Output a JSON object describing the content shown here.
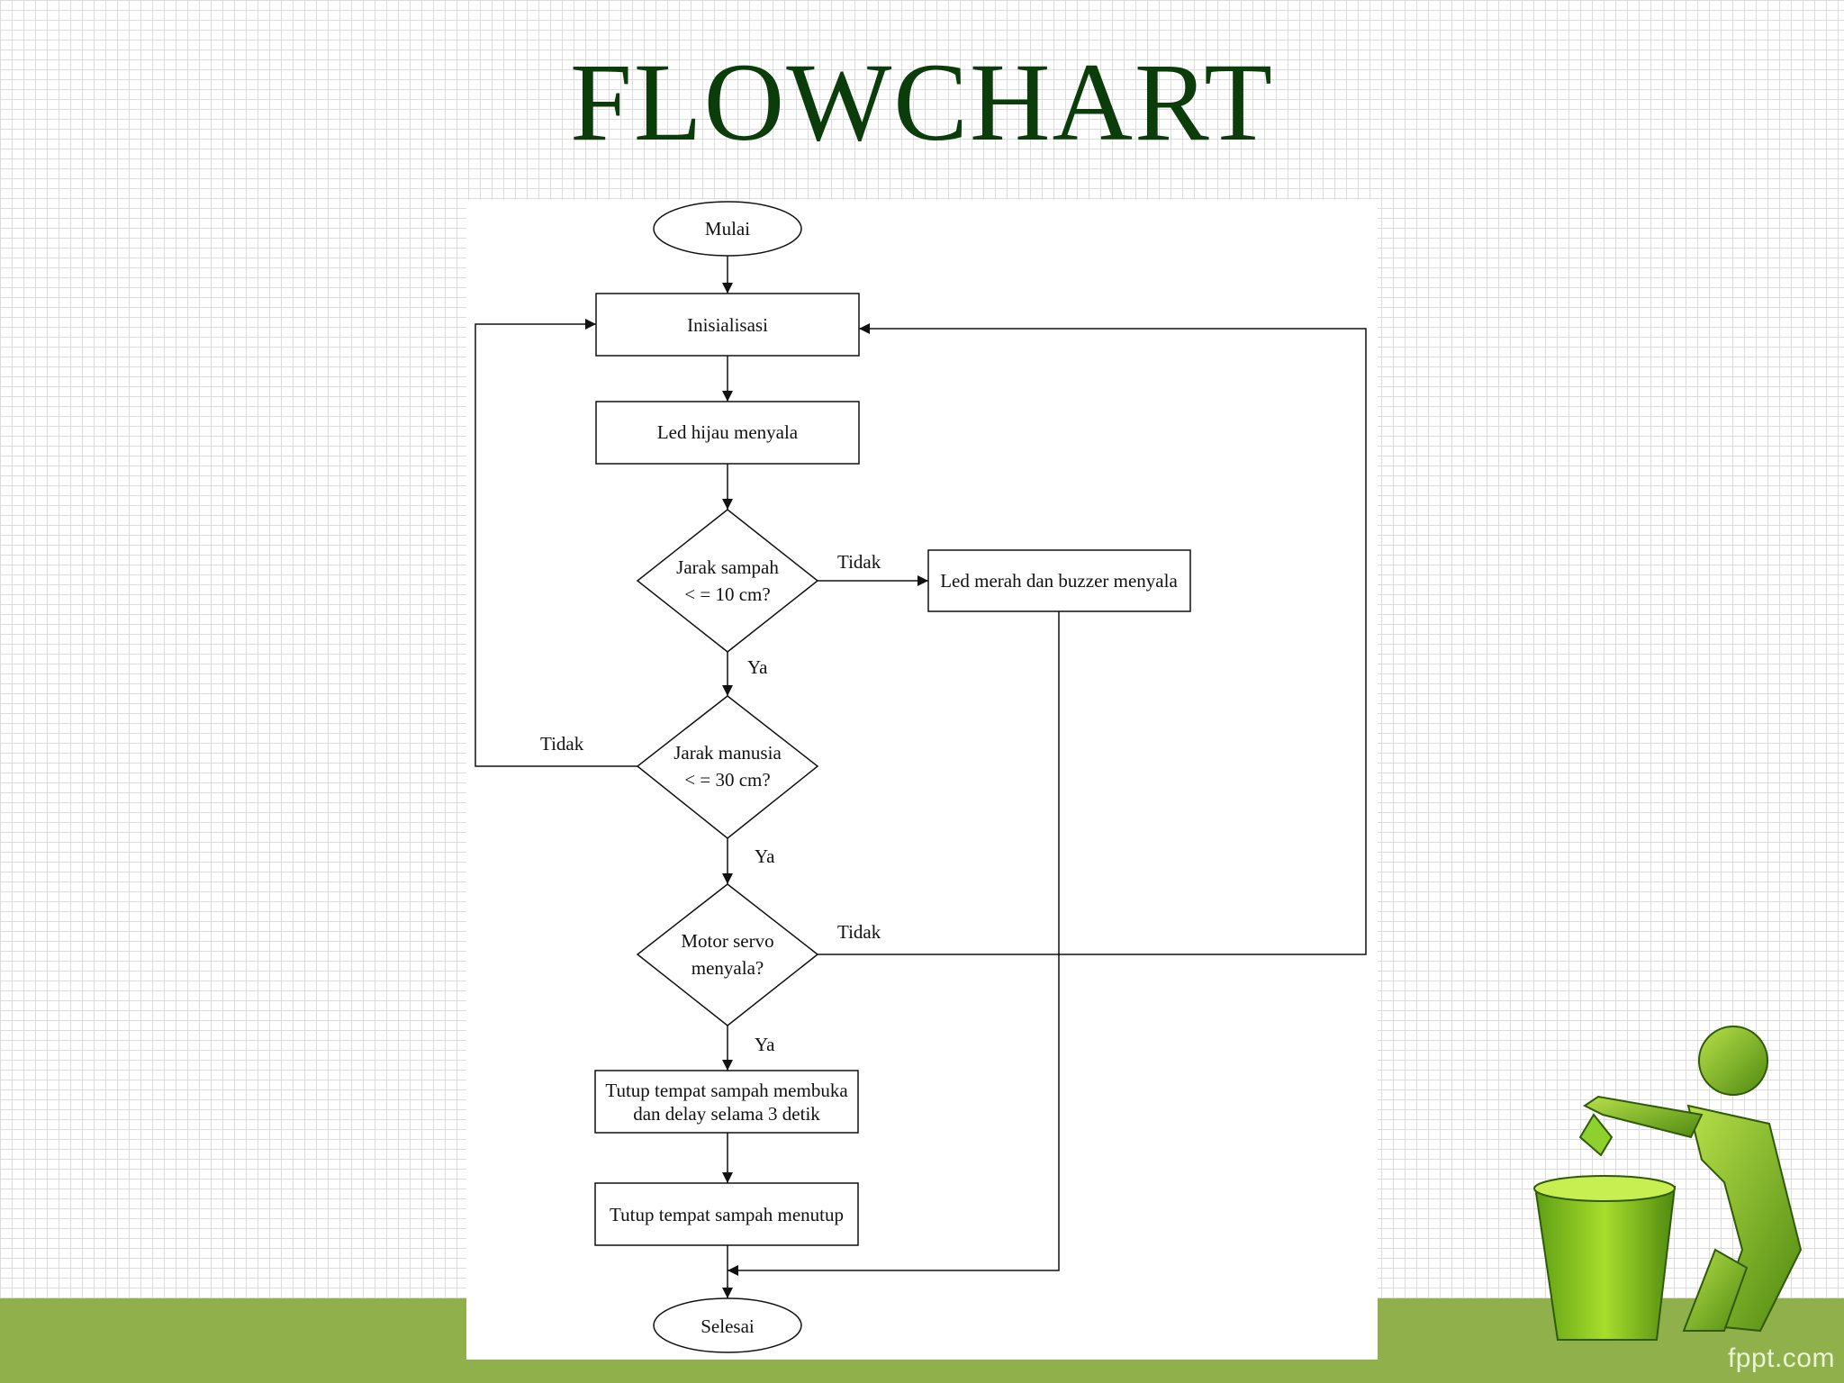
{
  "slide": {
    "title": "FLOWCHART",
    "watermark": "fppt.com",
    "colors": {
      "title": "#0b3d0b",
      "band": "#8fb04a",
      "figure": "#8cc63f"
    }
  },
  "flowchart": {
    "start": "Mulai",
    "init": "Inisialisasi",
    "led_green": "Led hijau menyala",
    "decision_trash": [
      "Jarak sampah",
      "< = 10 cm?"
    ],
    "led_red": "Led merah dan buzzer menyala",
    "decision_human": [
      "Jarak manusia",
      "< = 30 cm?"
    ],
    "decision_servo": [
      "Motor servo",
      "menyala?"
    ],
    "lid_open": [
      "Tutup tempat sampah membuka",
      "dan delay selama 3 detik"
    ],
    "lid_close": "Tutup tempat sampah menutup",
    "end": "Selesai",
    "labels": {
      "no_trash": "Tidak",
      "yes_trash": "Ya",
      "no_human": "Tidak",
      "yes_human": "Ya",
      "no_servo": "Tidak",
      "yes_servo": "Ya"
    }
  }
}
